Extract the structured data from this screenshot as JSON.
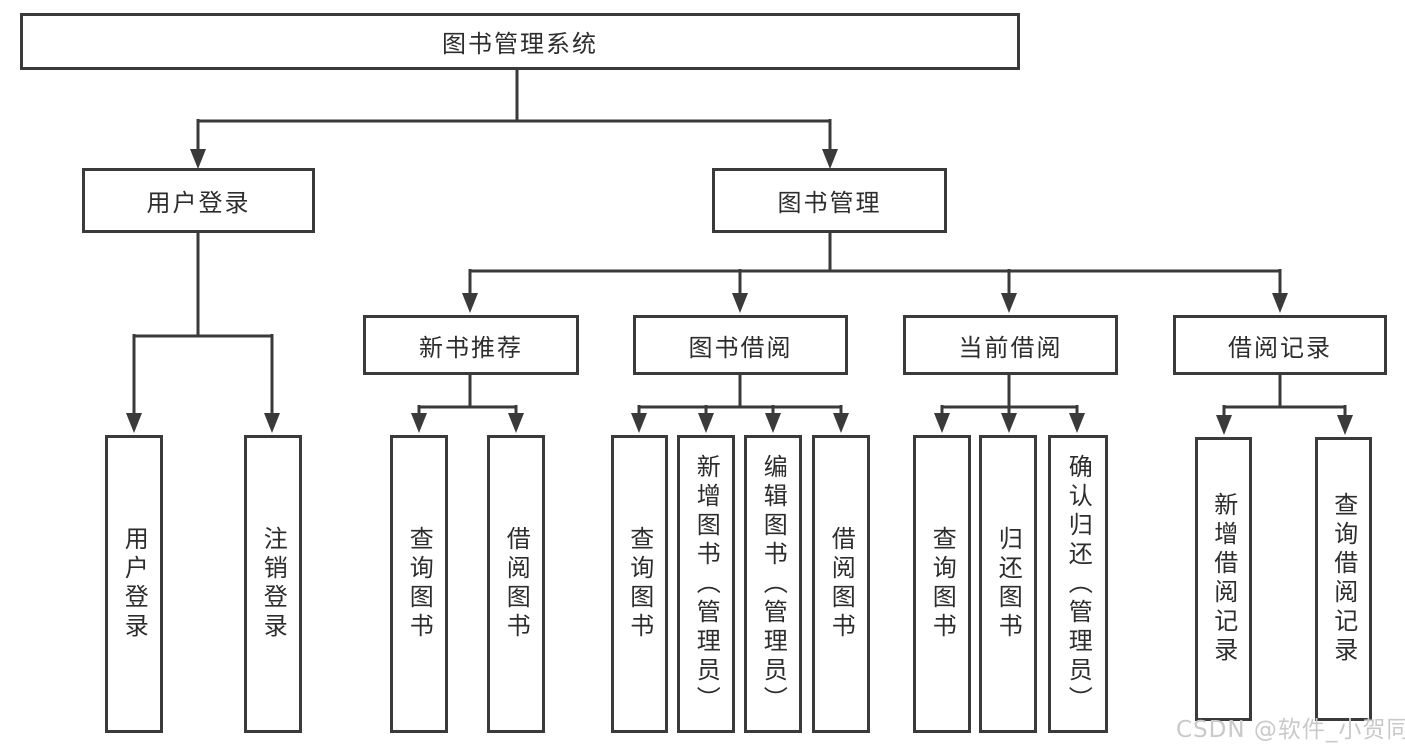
{
  "colors": {
    "background": "#ffffff",
    "line": "#3a3a3a",
    "box_border": "#3a3a3a",
    "text": "#2d2d2d",
    "watermark": "#c9c9c9"
  },
  "watermark": {
    "text": "CSDN @软件_小贺同学"
  },
  "tree": {
    "label": "图书管理系统",
    "children": [
      {
        "label": "用户登录",
        "children": [
          {
            "label": "用户登录"
          },
          {
            "label": "注销登录"
          }
        ]
      },
      {
        "label": "图书管理",
        "children": [
          {
            "label": "新书推荐",
            "children": [
              {
                "label": "查询图书"
              },
              {
                "label": "借阅图书"
              }
            ]
          },
          {
            "label": "图书借阅",
            "children": [
              {
                "label": "查询图书"
              },
              {
                "label": "新增图书（管理员）"
              },
              {
                "label": "编辑图书（管理员）"
              },
              {
                "label": "借阅图书"
              }
            ]
          },
          {
            "label": "当前借阅",
            "children": [
              {
                "label": "查询图书"
              },
              {
                "label": "归还图书"
              },
              {
                "label": "确认归还（管理员）"
              }
            ]
          },
          {
            "label": "借阅记录",
            "children": [
              {
                "label": "新增借阅记录"
              },
              {
                "label": "查询借阅记录"
              }
            ]
          }
        ]
      }
    ]
  }
}
